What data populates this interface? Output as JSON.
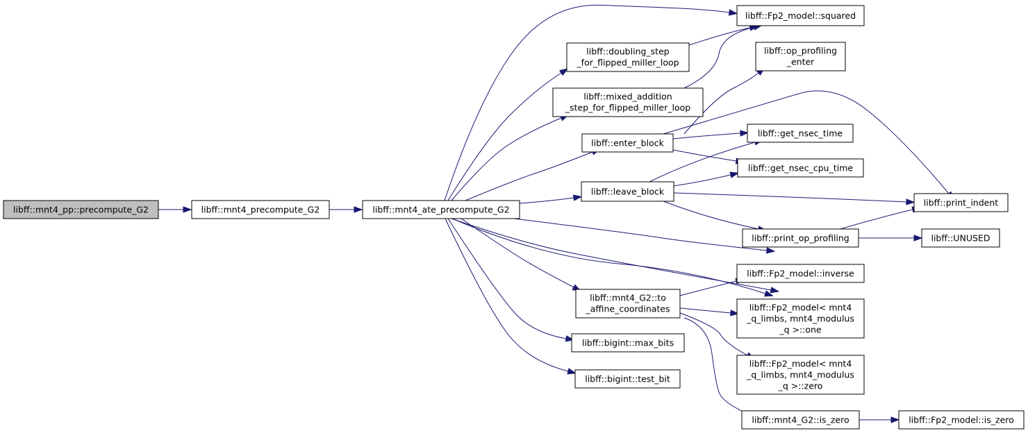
{
  "colors": {
    "edge": "#191970",
    "root_fill": "#bfbfbf",
    "node_fill": "#ffffff",
    "node_stroke": "#000000"
  },
  "nodes": {
    "n_root": {
      "lines": [
        "libff::mnt4_pp::precompute_G2"
      ],
      "root": true
    },
    "n_pre": {
      "lines": [
        "libff::mnt4_precompute_G2"
      ]
    },
    "n_ate": {
      "lines": [
        "libff::mnt4_ate_precompute_G2"
      ]
    },
    "n_sq": {
      "lines": [
        "libff::Fp2_model::squared"
      ]
    },
    "n_dbl": {
      "lines": [
        "libff::doubling_step",
        "_for_flipped_miller_loop"
      ]
    },
    "n_mix": {
      "lines": [
        "libff::mixed_addition",
        "_step_for_flipped_miller_loop"
      ]
    },
    "n_opent": {
      "lines": [
        "libff::op_profiling",
        "_enter"
      ]
    },
    "n_eb": {
      "lines": [
        "libff::enter_block"
      ]
    },
    "n_nsec": {
      "lines": [
        "libff::get_nsec_time"
      ]
    },
    "n_cpu": {
      "lines": [
        "libff::get_nsec_cpu_time"
      ]
    },
    "n_lb": {
      "lines": [
        "libff::leave_block"
      ]
    },
    "n_pi": {
      "lines": [
        "libff::print_indent"
      ]
    },
    "n_pop": {
      "lines": [
        "libff::print_op_profiling"
      ]
    },
    "n_un": {
      "lines": [
        "libff::UNUSED"
      ]
    },
    "n_inv": {
      "lines": [
        "libff::Fp2_model::inverse"
      ]
    },
    "n_aff": {
      "lines": [
        "libff::mnt4_G2::to",
        "_affine_coordinates"
      ]
    },
    "n_one": {
      "lines": [
        "libff::Fp2_model< mnt4",
        "_q_limbs, mnt4_modulus",
        "_q >::one"
      ]
    },
    "n_mb": {
      "lines": [
        "libff::bigint::max_bits"
      ]
    },
    "n_zero": {
      "lines": [
        "libff::Fp2_model< mnt4",
        "_q_limbs, mnt4_modulus",
        "_q >::zero"
      ]
    },
    "n_tb": {
      "lines": [
        "libff::bigint::test_bit"
      ]
    },
    "n_isz": {
      "lines": [
        "libff::mnt4_G2::is_zero"
      ]
    },
    "n_fisz": {
      "lines": [
        "libff::Fp2_model::is_zero"
      ]
    }
  },
  "edges": [
    [
      "n_root",
      "n_pre"
    ],
    [
      "n_pre",
      "n_ate"
    ],
    [
      "n_ate",
      "n_sq"
    ],
    [
      "n_ate",
      "n_dbl"
    ],
    [
      "n_ate",
      "n_mix"
    ],
    [
      "n_ate",
      "n_eb"
    ],
    [
      "n_ate",
      "n_lb"
    ],
    [
      "n_ate",
      "n_pop"
    ],
    [
      "n_ate",
      "n_inv"
    ],
    [
      "n_ate",
      "n_aff"
    ],
    [
      "n_ate",
      "n_one"
    ],
    [
      "n_ate",
      "n_mb"
    ],
    [
      "n_ate",
      "n_tb"
    ],
    [
      "n_dbl",
      "n_sq"
    ],
    [
      "n_mix",
      "n_sq"
    ],
    [
      "n_eb",
      "n_opent"
    ],
    [
      "n_eb",
      "n_nsec"
    ],
    [
      "n_eb",
      "n_cpu"
    ],
    [
      "n_eb",
      "n_pi"
    ],
    [
      "n_lb",
      "n_nsec"
    ],
    [
      "n_lb",
      "n_cpu"
    ],
    [
      "n_lb",
      "n_pi"
    ],
    [
      "n_lb",
      "n_pop"
    ],
    [
      "n_pop",
      "n_pi"
    ],
    [
      "n_pop",
      "n_un"
    ],
    [
      "n_aff",
      "n_inv"
    ],
    [
      "n_aff",
      "n_one"
    ],
    [
      "n_aff",
      "n_zero"
    ],
    [
      "n_aff",
      "n_isz"
    ],
    [
      "n_isz",
      "n_fisz"
    ]
  ]
}
